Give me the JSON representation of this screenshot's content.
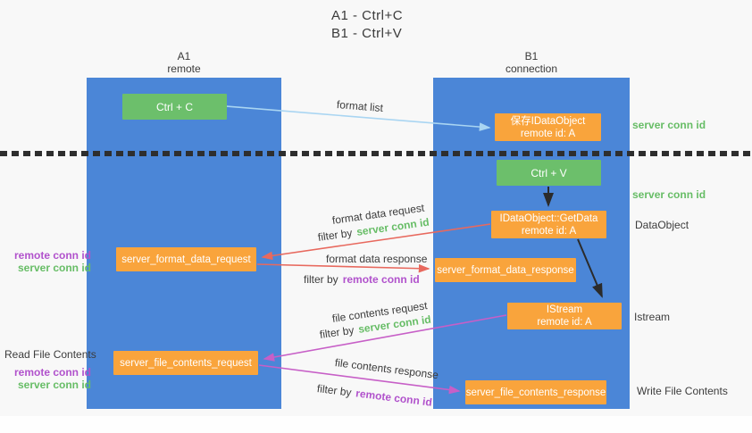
{
  "title": {
    "line1": "A1 - Ctrl+C",
    "line2": "B1 - Ctrl+V"
  },
  "columns": {
    "a1": {
      "name": "A1",
      "subtitle": "remote"
    },
    "b1": {
      "name": "B1",
      "subtitle": "connection"
    }
  },
  "nodes": {
    "ctrl_c": {
      "label": "Ctrl + C"
    },
    "ctrl_v": {
      "label": "Ctrl + V"
    },
    "save_idataobject": {
      "line1": "保存IDataObject",
      "line2": "remote id: A"
    },
    "getdata": {
      "line1": "IDataObject::GetData",
      "line2": "remote id: A"
    },
    "istream_obj": {
      "line1": "IStream",
      "line2": "remote id: A"
    },
    "server_format_data_request": {
      "label": "server_format_data_request"
    },
    "server_format_data_response": {
      "label": "server_format_data_response"
    },
    "server_file_contents_request": {
      "label": "server_file_contents_request"
    },
    "server_file_contents_response": {
      "label": "server_file_contents_response"
    }
  },
  "edges": {
    "format_list": {
      "label": "format list"
    },
    "format_data_request": {
      "label": "format data request",
      "filter_prefix": "filter by",
      "filter_key": "server conn id"
    },
    "format_data_response": {
      "label": "format data response",
      "filter_prefix": "filter by",
      "filter_key": "remote conn id"
    },
    "file_contents_request": {
      "label": "file contents request",
      "filter_prefix": "filter by",
      "filter_key": "server conn id"
    },
    "file_contents_response": {
      "label": "file contents response",
      "filter_prefix": "filter by",
      "filter_key": "remote conn id"
    }
  },
  "side_labels": {
    "right_server_conn_id_1": "server conn id",
    "right_server_conn_id_2": "server conn id",
    "right_dataobject": "DataObject",
    "right_istream": "Istream",
    "right_write_file_contents": "Write File Contents",
    "left_remote_conn_id_1": "remote conn id",
    "left_server_conn_id_1": "server conn id",
    "left_read_file_contents": "Read File Contents",
    "left_remote_conn_id_2": "remote conn id",
    "left_server_conn_id_2": "server conn id"
  },
  "colors": {
    "column_blue": "#4b86d7",
    "node_green": "#6cbf6b",
    "node_orange": "#f9a43c",
    "arrow_blue": "#a9d5f2",
    "arrow_red": "#e8695e",
    "arrow_purple": "#c75fc7",
    "arrow_black": "#2b2b2b",
    "text_green": "#67bd66",
    "text_purple": "#b152cc",
    "text_dark": "#3c3c3c"
  }
}
